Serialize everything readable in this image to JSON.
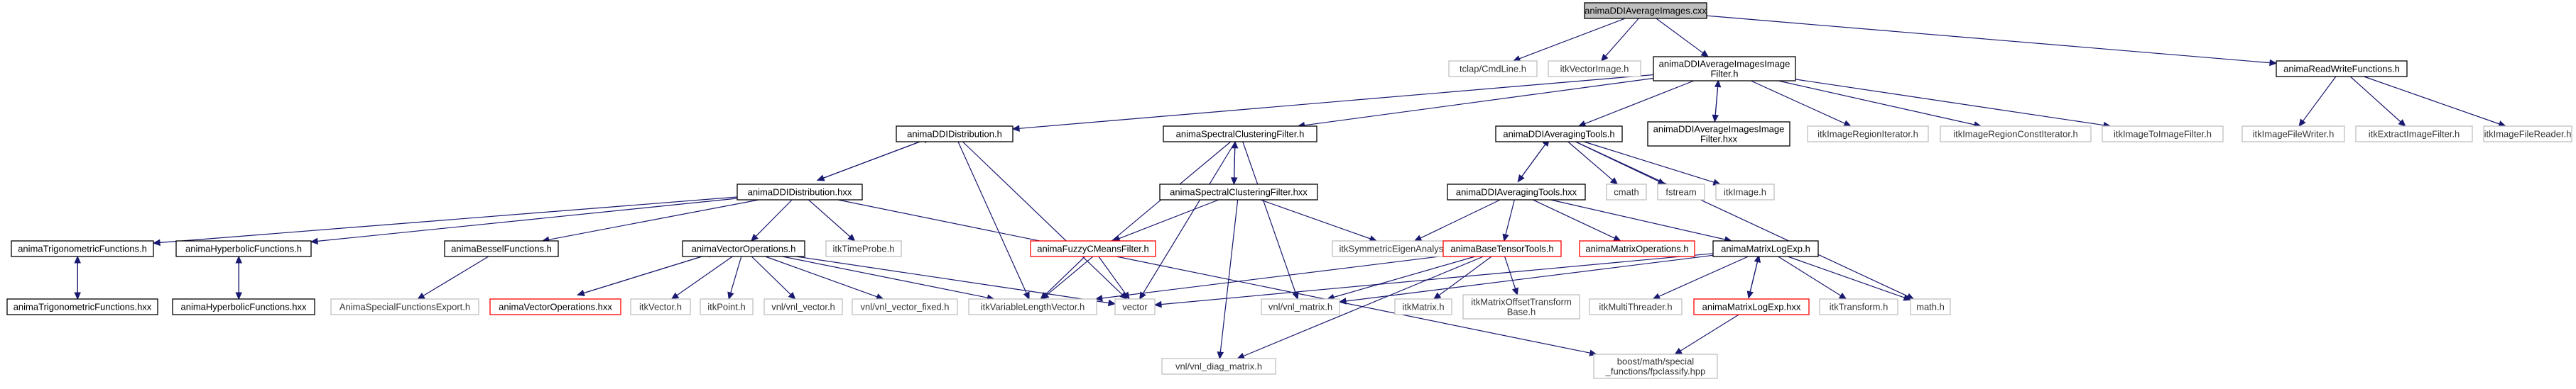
{
  "diagram": {
    "type": "include-dependency-graph",
    "nodes": [
      {
        "id": "root",
        "lines": [
          "animaDDIAverageImages.cxx"
        ],
        "style": "root"
      },
      {
        "id": "tclap",
        "lines": [
          "tclap/CmdLine.h"
        ],
        "style": "gray"
      },
      {
        "id": "itkVectorImage",
        "lines": [
          "itkVectorImage.h"
        ],
        "style": "gray"
      },
      {
        "id": "avgFilterH",
        "lines": [
          "animaDDIAverageImagesImage",
          "Filter.h"
        ],
        "style": "normal"
      },
      {
        "id": "readWrite",
        "lines": [
          "animaReadWriteFunctions.h"
        ],
        "style": "normal"
      },
      {
        "id": "ddiDist",
        "lines": [
          "animaDDIDistribution.h"
        ],
        "style": "normal"
      },
      {
        "id": "spectralH",
        "lines": [
          "animaSpectralClusteringFilter.h"
        ],
        "style": "normal"
      },
      {
        "id": "avgToolsH",
        "lines": [
          "animaDDIAveragingTools.h"
        ],
        "style": "normal"
      },
      {
        "id": "avgFilterHxx",
        "lines": [
          "animaDDIAverageImagesImage",
          "Filter.hxx"
        ],
        "style": "normal"
      },
      {
        "id": "itkRegionIt",
        "lines": [
          "itkImageRegionIterator.h"
        ],
        "style": "gray"
      },
      {
        "id": "itkRegionConstIt",
        "lines": [
          "itkImageRegionConstIterator.h"
        ],
        "style": "gray"
      },
      {
        "id": "itkImageToImage",
        "lines": [
          "itkImageToImageFilter.h"
        ],
        "style": "gray"
      },
      {
        "id": "itkFileWriter",
        "lines": [
          "itkImageFileWriter.h"
        ],
        "style": "gray"
      },
      {
        "id": "itkExtract",
        "lines": [
          "itkExtractImageFilter.h"
        ],
        "style": "gray"
      },
      {
        "id": "itkFileReader",
        "lines": [
          "itkImageFileReader.h"
        ],
        "style": "gray"
      },
      {
        "id": "ddiDistHxx",
        "lines": [
          "animaDDIDistribution.hxx"
        ],
        "style": "normal"
      },
      {
        "id": "spectralHxx",
        "lines": [
          "animaSpectralClusteringFilter.hxx"
        ],
        "style": "normal"
      },
      {
        "id": "cmath",
        "lines": [
          "cmath"
        ],
        "style": "gray"
      },
      {
        "id": "fstream",
        "lines": [
          "fstream"
        ],
        "style": "gray"
      },
      {
        "id": "itkImage",
        "lines": [
          "itkImage.h"
        ],
        "style": "gray"
      },
      {
        "id": "avgToolsHxx",
        "lines": [
          "animaDDIAveragingTools.hxx"
        ],
        "style": "normal"
      },
      {
        "id": "trigH",
        "lines": [
          "animaTrigonometricFunctions.h"
        ],
        "style": "normal"
      },
      {
        "id": "hypH",
        "lines": [
          "animaHyperbolicFunctions.h"
        ],
        "style": "normal"
      },
      {
        "id": "besselH",
        "lines": [
          "animaBesselFunctions.h"
        ],
        "style": "normal"
      },
      {
        "id": "vecOpsH",
        "lines": [
          "animaVectorOperations.h"
        ],
        "style": "normal"
      },
      {
        "id": "itkTimeProbe",
        "lines": [
          "itkTimeProbe.h"
        ],
        "style": "gray"
      },
      {
        "id": "fuzzyH",
        "lines": [
          "animaFuzzyCMeansFilter.h"
        ],
        "style": "red"
      },
      {
        "id": "itkSymEigen",
        "lines": [
          "itkSymmetricEigenAnalysis.h"
        ],
        "style": "gray"
      },
      {
        "id": "baseTensor",
        "lines": [
          "animaBaseTensorTools.h"
        ],
        "style": "red"
      },
      {
        "id": "matrixOps",
        "lines": [
          "animaMatrixOperations.h"
        ],
        "style": "red"
      },
      {
        "id": "matrixLogExpH",
        "lines": [
          "animaMatrixLogExp.h"
        ],
        "style": "normal"
      },
      {
        "id": "trigHxx",
        "lines": [
          "animaTrigonometricFunctions.hxx"
        ],
        "style": "normal"
      },
      {
        "id": "hypHxx",
        "lines": [
          "animaHyperbolicFunctions.hxx"
        ],
        "style": "normal"
      },
      {
        "id": "specExport",
        "lines": [
          "AnimaSpecialFunctionsExport.h"
        ],
        "style": "gray"
      },
      {
        "id": "vecOpsHxx",
        "lines": [
          "animaVectorOperations.hxx"
        ],
        "style": "red"
      },
      {
        "id": "itkVector",
        "lines": [
          "itkVector.h"
        ],
        "style": "gray"
      },
      {
        "id": "itkPoint",
        "lines": [
          "itkPoint.h"
        ],
        "style": "gray"
      },
      {
        "id": "vnlVector",
        "lines": [
          "vnl/vnl_vector.h"
        ],
        "style": "gray"
      },
      {
        "id": "vnlVectorFixed",
        "lines": [
          "vnl/vnl_vector_fixed.h"
        ],
        "style": "gray"
      },
      {
        "id": "itkVarLenVec",
        "lines": [
          "itkVariableLengthVector.h"
        ],
        "style": "gray"
      },
      {
        "id": "vector",
        "lines": [
          "vector"
        ],
        "style": "gray"
      },
      {
        "id": "vnlMatrix",
        "lines": [
          "vnl/vnl_matrix.h"
        ],
        "style": "gray"
      },
      {
        "id": "itkMatrix",
        "lines": [
          "itkMatrix.h"
        ],
        "style": "gray"
      },
      {
        "id": "itkMatOffset",
        "lines": [
          "itkMatrixOffsetTransform",
          "Base.h"
        ],
        "style": "gray"
      },
      {
        "id": "itkMultiThreader",
        "lines": [
          "itkMultiThreader.h"
        ],
        "style": "gray"
      },
      {
        "id": "matrixLogExpHxx",
        "lines": [
          "animaMatrixLogExp.hxx"
        ],
        "style": "red"
      },
      {
        "id": "itkTransform",
        "lines": [
          "itkTransform.h"
        ],
        "style": "gray"
      },
      {
        "id": "math",
        "lines": [
          "math.h"
        ],
        "style": "gray"
      },
      {
        "id": "vnlDiag",
        "lines": [
          "vnl/vnl_diag_matrix.h"
        ],
        "style": "gray"
      },
      {
        "id": "boostFp",
        "lines": [
          "boost/math/special",
          "_functions/fpclassify.hpp"
        ],
        "style": "gray"
      }
    ],
    "edges": [
      [
        "root",
        "tclap"
      ],
      [
        "root",
        "itkVectorImage"
      ],
      [
        "root",
        "avgFilterH"
      ],
      [
        "root",
        "readWrite"
      ],
      [
        "avgFilterH",
        "ddiDist"
      ],
      [
        "avgFilterH",
        "spectralH"
      ],
      [
        "avgFilterH",
        "avgToolsH"
      ],
      [
        "avgFilterH",
        "avgFilterHxx"
      ],
      [
        "avgFilterH",
        "itkRegionIt"
      ],
      [
        "avgFilterH",
        "itkRegionConstIt"
      ],
      [
        "avgFilterH",
        "itkImageToImage"
      ],
      [
        "avgFilterHxx",
        "avgFilterH"
      ],
      [
        "readWrite",
        "itkFileWriter"
      ],
      [
        "readWrite",
        "itkExtract"
      ],
      [
        "readWrite",
        "itkFileReader"
      ],
      [
        "ddiDist",
        "ddiDistHxx"
      ],
      [
        "ddiDist",
        "itkVarLenVec"
      ],
      [
        "ddiDist",
        "vector"
      ],
      [
        "ddiDistHxx",
        "ddiDist"
      ],
      [
        "ddiDistHxx",
        "trigH"
      ],
      [
        "ddiDistHxx",
        "hypH"
      ],
      [
        "ddiDistHxx",
        "besselH"
      ],
      [
        "ddiDistHxx",
        "vecOpsH"
      ],
      [
        "ddiDistHxx",
        "itkTimeProbe"
      ],
      [
        "ddiDistHxx",
        "boostFp"
      ],
      [
        "spectralH",
        "spectralHxx"
      ],
      [
        "spectralH",
        "itkVarLenVec"
      ],
      [
        "spectralH",
        "vector"
      ],
      [
        "spectralH",
        "vnlMatrix"
      ],
      [
        "spectralHxx",
        "spectralH"
      ],
      [
        "spectralHxx",
        "fuzzyH"
      ],
      [
        "spectralHxx",
        "itkSymEigen"
      ],
      [
        "spectralHxx",
        "vnlDiag"
      ],
      [
        "avgToolsH",
        "avgToolsHxx"
      ],
      [
        "avgToolsH",
        "cmath"
      ],
      [
        "avgToolsH",
        "fstream"
      ],
      [
        "avgToolsH",
        "itkImage"
      ],
      [
        "avgToolsH",
        "math"
      ],
      [
        "avgToolsHxx",
        "avgToolsH"
      ],
      [
        "avgToolsHxx",
        "itkSymEigen"
      ],
      [
        "avgToolsHxx",
        "baseTensor"
      ],
      [
        "avgToolsHxx",
        "matrixOps"
      ],
      [
        "avgToolsHxx",
        "matrixLogExpH"
      ],
      [
        "trigH",
        "trigHxx"
      ],
      [
        "trigHxx",
        "trigH"
      ],
      [
        "hypH",
        "hypHxx"
      ],
      [
        "hypHxx",
        "hypH"
      ],
      [
        "besselH",
        "specExport"
      ],
      [
        "vecOpsH",
        "vecOpsHxx"
      ],
      [
        "vecOpsH",
        "itkVector"
      ],
      [
        "vecOpsH",
        "itkPoint"
      ],
      [
        "vecOpsH",
        "vnlVector"
      ],
      [
        "vecOpsH",
        "vnlVectorFixed"
      ],
      [
        "vecOpsH",
        "itkVarLenVec"
      ],
      [
        "vecOpsH",
        "vector"
      ],
      [
        "vecOpsHxx",
        "vecOpsH"
      ],
      [
        "fuzzyH",
        "itkVarLenVec"
      ],
      [
        "fuzzyH",
        "vector"
      ],
      [
        "baseTensor",
        "itkVarLenVec"
      ],
      [
        "baseTensor",
        "vnlMatrix"
      ],
      [
        "baseTensor",
        "itkMatrix"
      ],
      [
        "baseTensor",
        "itkMatOffset"
      ],
      [
        "baseTensor",
        "vnlDiag"
      ],
      [
        "matrixLogExpH",
        "vector"
      ],
      [
        "matrixLogExpH",
        "vnlMatrix"
      ],
      [
        "matrixLogExpH",
        "itkMultiThreader"
      ],
      [
        "matrixLogExpH",
        "matrixLogExpHxx"
      ],
      [
        "matrixLogExpH",
        "itkTransform"
      ],
      [
        "matrixLogExpH",
        "math"
      ],
      [
        "matrixLogExpHxx",
        "matrixLogExpH"
      ],
      [
        "matrixLogExpHxx",
        "boostFp"
      ]
    ]
  }
}
